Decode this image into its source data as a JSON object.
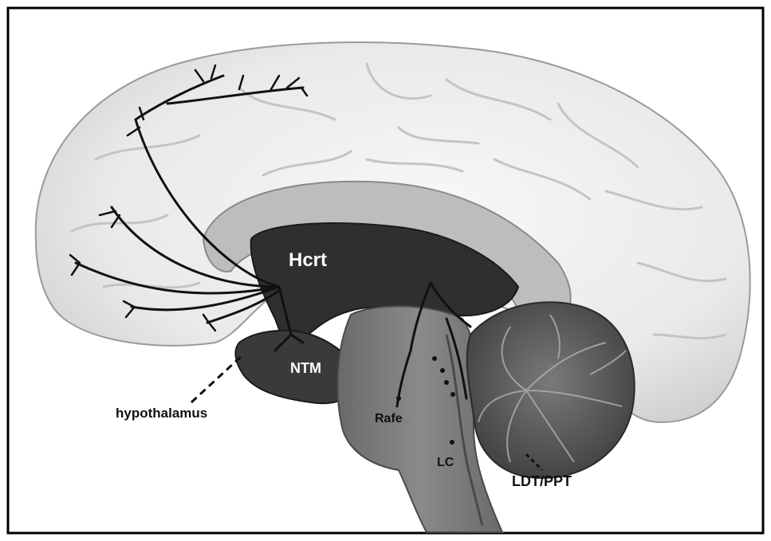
{
  "figure": {
    "labels": {
      "hcrt": "Hcrt",
      "ntm": "NTM",
      "hypothalamus": "hypothalamus",
      "raphe": "Rafe",
      "lc": "LC",
      "ldt_ppt": "LDT/PPT"
    },
    "colors": {
      "frame": "#000000",
      "cortex": "#eeeeee",
      "callosum": "#bdbdbd",
      "deep_structure": "#3a3a3a",
      "brainstem": "#7a7a7a",
      "cerebellum": "#5e5e5e",
      "projection_fiber": "#111111"
    }
  }
}
